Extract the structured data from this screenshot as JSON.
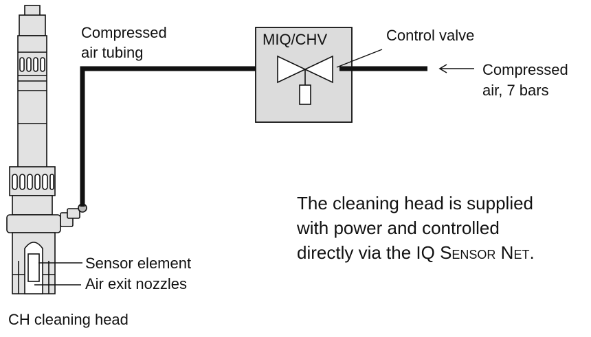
{
  "labels": {
    "tubing_line1": "Compressed",
    "tubing_line2": "air tubing",
    "valve_unit": "MIQ/CHV",
    "control_valve": "Control valve",
    "air_line1": "Compressed",
    "air_line2": "air, 7 bars",
    "sensor_element": "Sensor element",
    "air_nozzles": "Air exit nozzles",
    "caption": "CH cleaning head"
  },
  "note": {
    "line1": "The cleaning head is supplied",
    "line2": "with power and controlled",
    "line3_prefix": "directly via the IQ ",
    "line3_sensor": "Sensor",
    "line3_space": " ",
    "line3_net": "Net",
    "line3_period": "."
  },
  "colors": {
    "line": "#111111",
    "body_fill": "#e2e2e2",
    "box_fill": "#dcdcdc",
    "shade": "#b9b9b9"
  }
}
